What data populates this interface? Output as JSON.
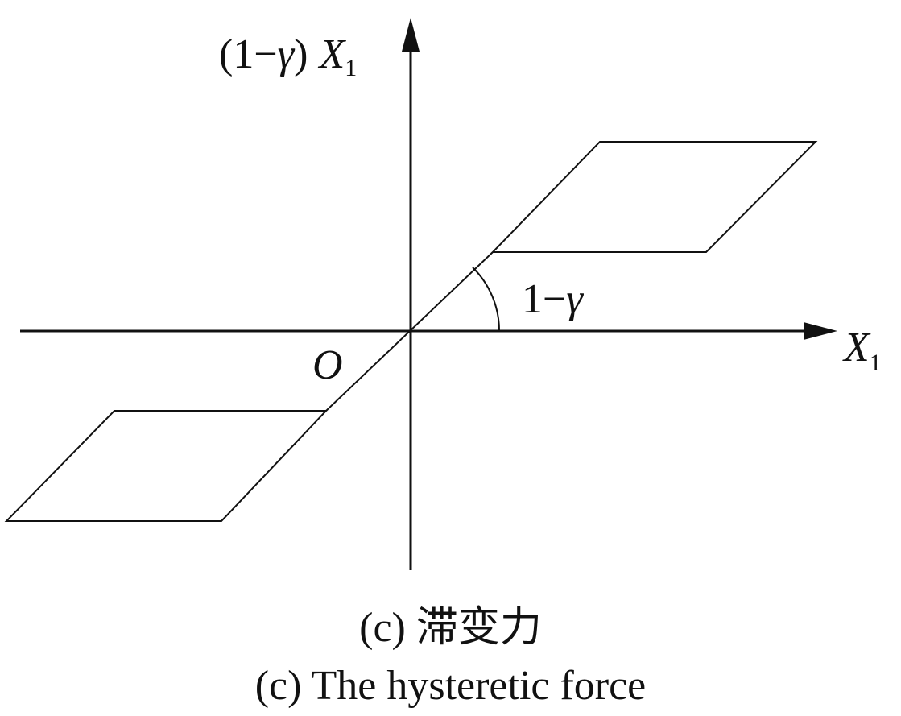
{
  "y_axis_label": {
    "prefix": "(1−",
    "gamma": "γ",
    "close": ")",
    "var": "X",
    "sub": "1"
  },
  "x_axis_label": {
    "var": "X",
    "sub": "1"
  },
  "origin_label": "O",
  "slope_label": {
    "one": "1−",
    "gamma": "γ"
  },
  "caption_cn": "(c)  滞变力",
  "caption_en": "(c)  The hysteretic force"
}
